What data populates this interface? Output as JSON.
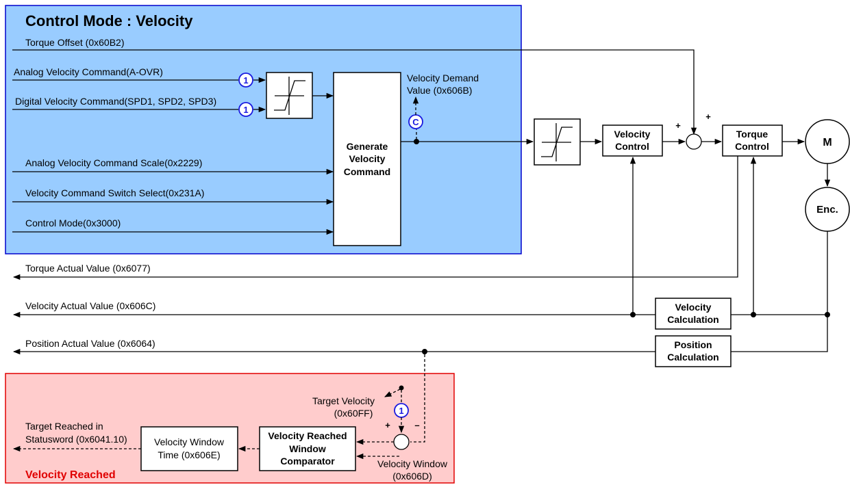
{
  "control_panel": {
    "title": "Control Mode : Velocity",
    "color": "#99ccff",
    "border_color": "#0000cc"
  },
  "velocity_reached_panel": {
    "title": "Velocity Reached",
    "color": "#ffcccc",
    "border_color": "#e00000",
    "title_color": "#e00000"
  },
  "inputs": {
    "torque_offset": "Torque Offset (0x60B2)",
    "analog_velocity_command": "Analog Velocity Command(A-OVR)",
    "digital_velocity_command": "Digital Velocity Command(SPD1, SPD2, SPD3)",
    "analog_velocity_command_scale": "Analog Velocity Command Scale(0x2229)",
    "velocity_command_switch_select": "Velocity Command Switch Select(0x231A)",
    "control_mode": "Control Mode(0x3000)"
  },
  "markers": {
    "one": "1",
    "c": "C"
  },
  "blocks": {
    "generate_velocity_command": [
      "Generate",
      "Velocity",
      "Command"
    ],
    "velocity_control": [
      "Velocity",
      "Control"
    ],
    "torque_control": [
      "Torque",
      "Control"
    ],
    "motor": "M",
    "encoder": "Enc.",
    "velocity_calculation": [
      "Velocity",
      "Calculation"
    ],
    "position_calculation": [
      "Position",
      "Calculation"
    ],
    "velocity_reached_window_comparator": [
      "Velocity Reached",
      "Window",
      "Comparator"
    ],
    "velocity_window_time": [
      "Velocity Window",
      "Time (0x606E)"
    ]
  },
  "signals": {
    "velocity_demand_value": [
      "Velocity Demand",
      "Value (0x606B)"
    ],
    "torque_actual_value": "Torque Actual Value (0x6077)",
    "velocity_actual_value": "Velocity Actual Value (0x606C)",
    "position_actual_value": "Position Actual Value (0x6064)",
    "target_velocity": [
      "Target Velocity",
      "(0x60FF)"
    ],
    "velocity_window": [
      "Velocity Window",
      "(0x606D)"
    ],
    "target_reached": [
      "Target Reached in",
      "Statusword (0x6041.10)"
    ]
  },
  "signs": {
    "plus": "+",
    "minus": "–"
  },
  "icon_colors": {
    "marker_circle": "#1a1adf"
  }
}
